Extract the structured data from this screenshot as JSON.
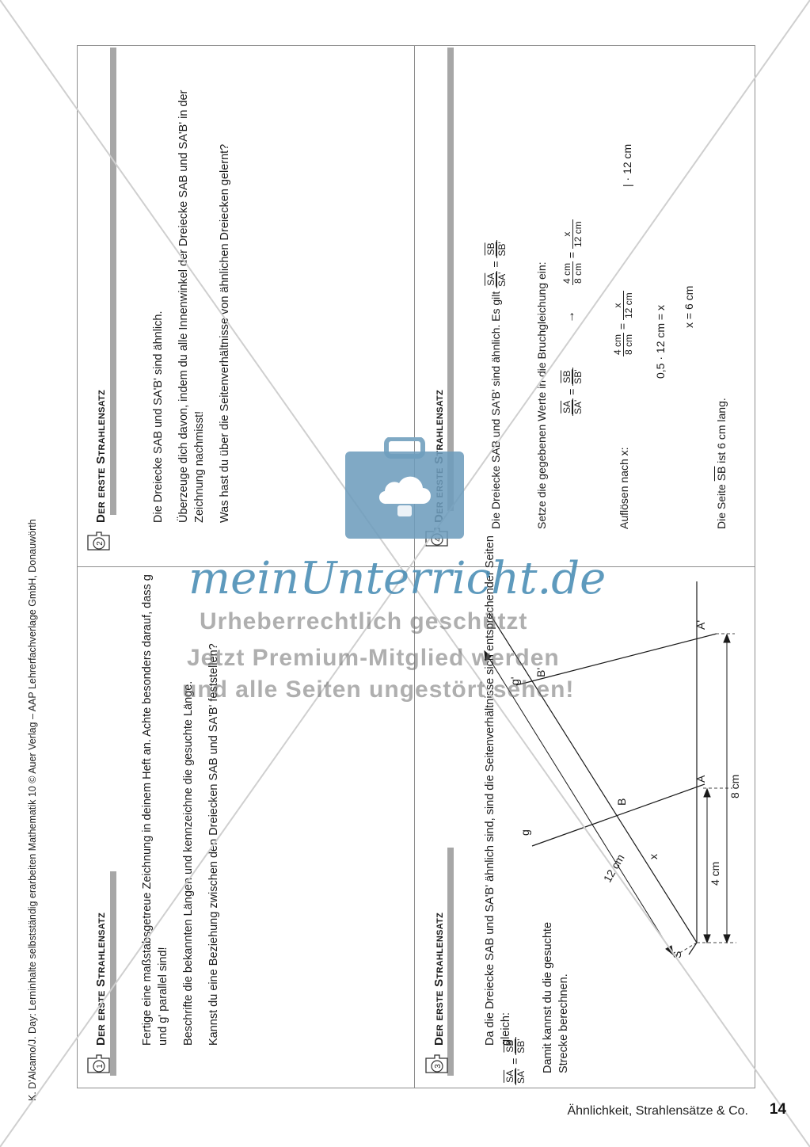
{
  "header": {
    "credit": "K. D'Alcamo/J. Day: Lerninhalte selbstständig erarbeiten Mathematik 10 © Auer Verlag – AAP Lehrerfachverlage GmbH, Donauwörth"
  },
  "footer": {
    "title": "Ähnlichkeit, Strahlensätze & Co.",
    "page": "14"
  },
  "card1": {
    "number": "1",
    "title": "Der erste Strahlensatz",
    "p1": "Fertige eine maßstabsgetreue Zeichnung in deinem Heft an. Achte besonders darauf, dass g und g' parallel sind!",
    "p2": "Beschrifte die bekannten Längen und kennzeichne die gesuchte Länge.",
    "p3": "Kannst du eine Beziehung zwischen den Dreiecken SAB und SA'B' feststellen?"
  },
  "card2": {
    "number": "2",
    "title": "Der erste Strahlensatz",
    "p1": "Die Dreiecke SAB und SA'B' sind ähnlich.",
    "p2": "Überzeuge dich davon, indem du alle Innenwinkel der Dreiecke SAB und SA'B' in der Zeichnung nachmisst!",
    "p3": "Was hast du über die Seitenverhältnisse von ähnlichen Dreiecken gelernt?"
  },
  "card3": {
    "number": "3",
    "title": "Der erste Strahlensatz",
    "p1": "Da die Dreiecke SAB und SA'B' ähnlich sind, sind die Seitenverhältnisse sich entsprechender Seiten gleich:",
    "eq": {
      "n1": "SA",
      "d1": "SA'",
      "eq": "=",
      "n2": "SB",
      "d2": "SB'"
    },
    "p2": "Damit kannst du die gesuchte Strecke berechnen.",
    "diagram": {
      "g": "g",
      "g2": "g'",
      "S": "S",
      "A": "A",
      "A2": "A'",
      "B": "B",
      "B2": "B'",
      "len12": "12 cm",
      "lenx": "x",
      "len4": "4 cm",
      "len8": "8 cm"
    }
  },
  "card4": {
    "number": "4",
    "title": "Der erste Strahlensatz",
    "p1": "Die Dreiecke SAB und SA'B' sind ähnlich. Es gilt",
    "p2": "Setze die gegebenen Werte in die Bruchgleichung ein:",
    "arrow": "→",
    "p3": "Auflösen nach x:",
    "mult": "| · 12 cm",
    "step2": "0,5 · 12 cm = x",
    "step3": "x = 6 cm",
    "p4a": "Die Seite ",
    "p4b": "SB",
    "p4c": " ist 6 cm lang.",
    "f": {
      "SA": "SA",
      "SA2": "SA'",
      "SB": "SB",
      "SB2": "SB'",
      "n4": "4 cm",
      "d8": "8 cm",
      "x": "x",
      "d12": "12 cm",
      "eq": "="
    }
  },
  "watermark": {
    "brand": "meinUnterricht.de",
    "line1": "Urheberrechtlich geschützt",
    "line2": "Jetzt Premium-Mitglied werden",
    "line3": "und alle Seiten ungestört sehen!"
  }
}
